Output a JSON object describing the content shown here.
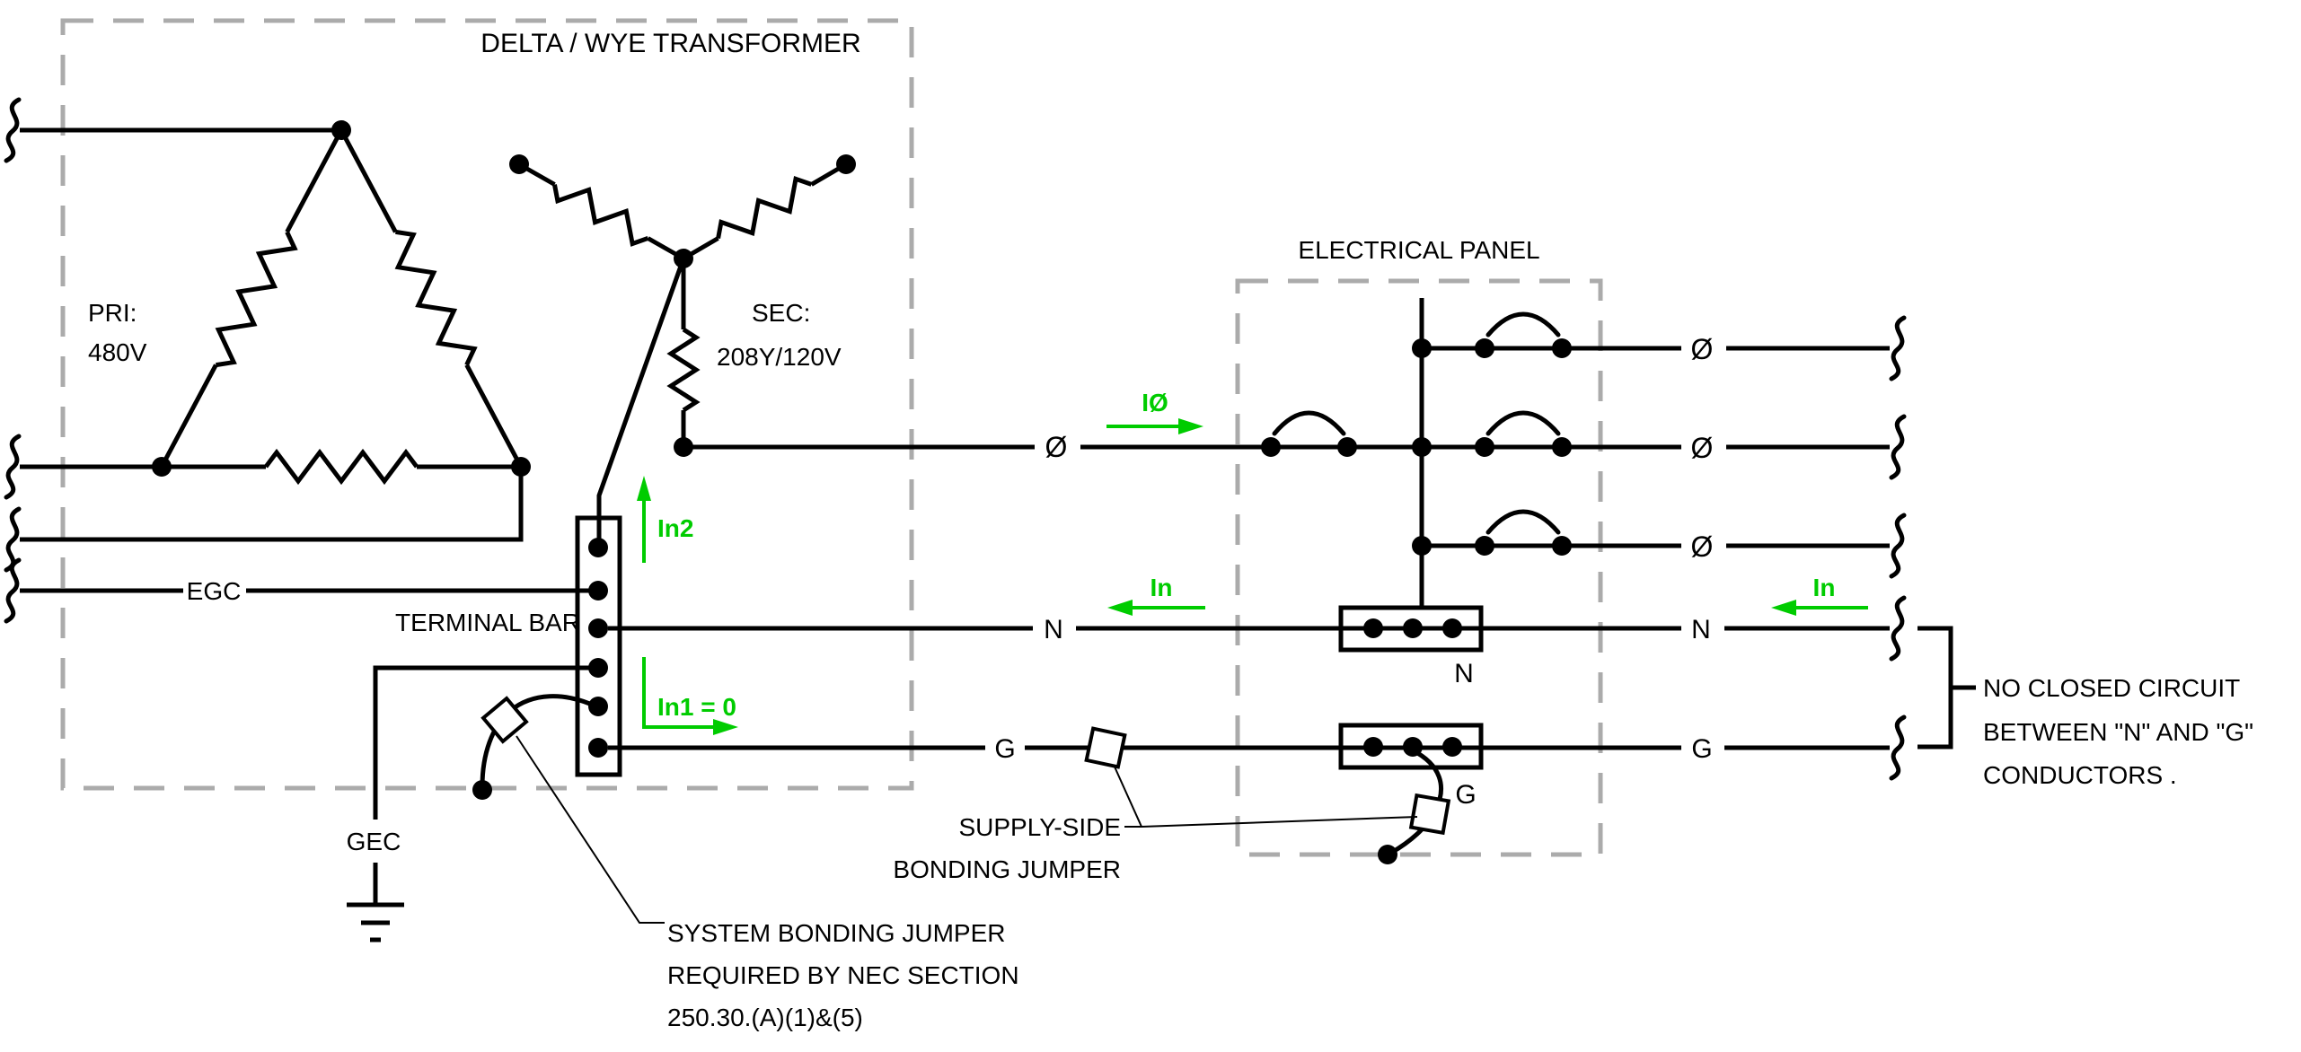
{
  "meta": {
    "drawing_type": "one-line electrical schematic"
  },
  "colors": {
    "wire": "#000000",
    "enclosure_dash": "#ababab",
    "current_green": "#00CC00"
  },
  "transformer": {
    "title": "DELTA / WYE TRANSFORMER",
    "pri_line1": "PRI:",
    "pri_line2": "480V",
    "sec_line1": "SEC:",
    "sec_line2": "208Y/120V",
    "terminal_bar": "TERMINAL BAR",
    "egc": "EGC",
    "gec": "GEC"
  },
  "panel": {
    "title": "ELECTRICAL PANEL",
    "neutral_bus": "N",
    "ground_bus": "G"
  },
  "wires": {
    "phase": "Ø",
    "neutral": "N",
    "ground": "G"
  },
  "currents": {
    "phase": "IØ",
    "neutral_mid": "In",
    "neutral_right": "In",
    "secondary_neutral": "In2",
    "primary_neutral": "In1 = 0"
  },
  "callouts": {
    "supply_side": [
      "SUPPLY-SIDE",
      "BONDING JUMPER"
    ],
    "system": [
      "SYSTEM BONDING JUMPER",
      "REQUIRED BY NEC SECTION",
      "250.30.(A)(1)&(5)"
    ],
    "no_closed": [
      "NO CLOSED CIRCUIT",
      "BETWEEN \"N\" AND \"G\"",
      "CONDUCTORS ."
    ]
  }
}
